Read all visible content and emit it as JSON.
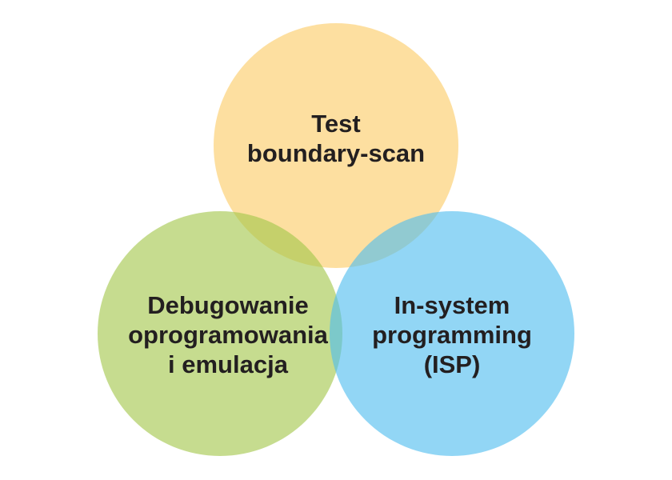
{
  "diagram": {
    "circles": {
      "top": {
        "lines": [
          "Test",
          "boundary-scan"
        ],
        "color": "#fbcc66"
      },
      "left": {
        "lines": [
          "Debugowanie",
          "oprogramowania",
          "i emulacja"
        ],
        "color": "#a3c64a"
      },
      "right": {
        "lines": [
          "In-system",
          "programming",
          "(ISP)"
        ],
        "color": "#4fbdef"
      }
    }
  }
}
